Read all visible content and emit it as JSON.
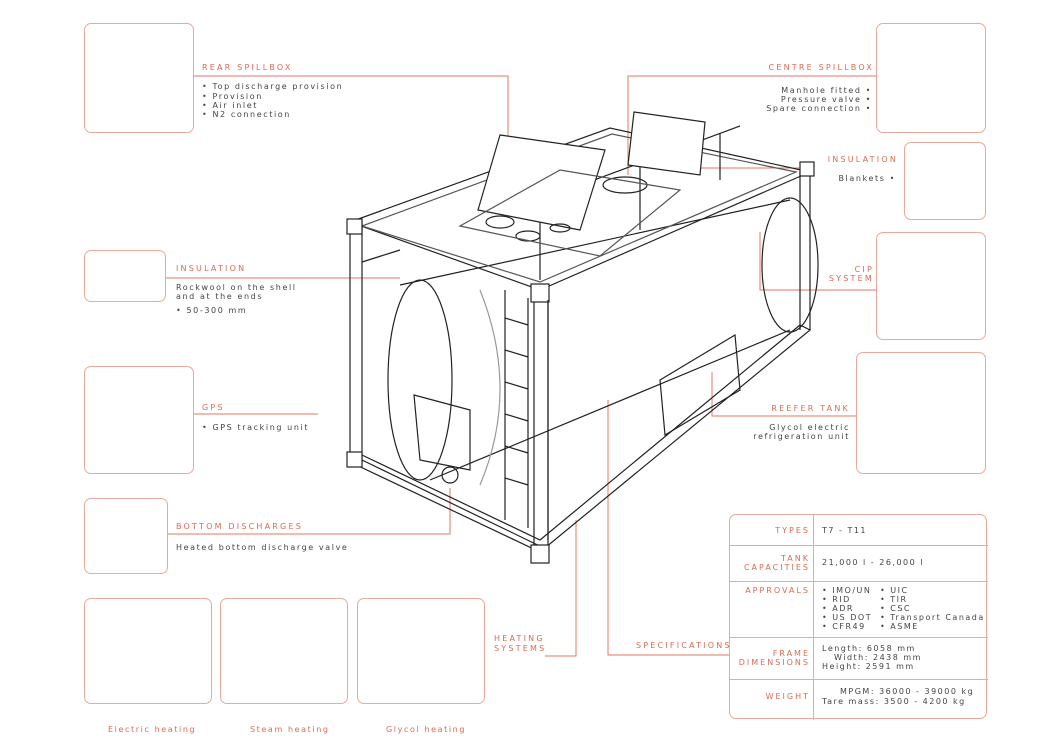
{
  "rear_spillbox": {
    "title": "REAR SPILLBOX",
    "items": [
      "• Top discharge provision",
      "• Provision",
      "• Air inlet",
      "• N2 connection"
    ]
  },
  "centre_spillbox": {
    "title": "CENTRE SPILLBOX",
    "items": [
      "Manhole fitted •",
      "Pressure valve •",
      "Spare connection •"
    ]
  },
  "insulation_right": {
    "title": "INSULATION",
    "items": [
      "Blankets •"
    ]
  },
  "insulation_left": {
    "title": "INSULATION",
    "line1": "Rockwool on the shell",
    "line2": "and at the ends",
    "line3": "• 50-300 mm"
  },
  "cip": {
    "line1": "CIP",
    "line2": "SYSTEM"
  },
  "gps": {
    "title": "GPS",
    "items": [
      "• GPS tracking unit"
    ]
  },
  "reefer": {
    "title": "REEFER TANK",
    "line1": "Glycol electric",
    "line2": "refrigeration unit"
  },
  "bottom": {
    "title": "BOTTOM DISCHARGES",
    "items": [
      "Heated bottom discharge valve"
    ]
  },
  "heating": {
    "line1": "HEATING",
    "line2": "SYSTEMS",
    "captions": [
      "Electric heating",
      "Steam heating",
      "Glycol heating"
    ]
  },
  "specifications_label": "SPECIFICATIONS",
  "specs": {
    "types": {
      "label": "TYPES",
      "value": "T7 - T11"
    },
    "capacities": {
      "label1": "TANK",
      "label2": "CAPACITIES",
      "value": "21,000 l - 26,000 l"
    },
    "approvals": {
      "label": "APPROVALS",
      "col1": [
        "• IMO/UN",
        "• RID",
        "• ADR",
        "• US DOT",
        "• CFR49"
      ],
      "col2": [
        "• UIC",
        "• TIR",
        "• CSC",
        "• Transport Canada",
        "• ASME"
      ]
    },
    "frame": {
      "label1": "FRAME",
      "label2": "DIMENSIONS",
      "v1": "Length: 6058  mm",
      "v2": "Width: 2438  mm",
      "v3": "Height: 2591  mm"
    },
    "weight": {
      "label": "WEIGHT",
      "v1": "MPGM: 36000 - 39000 kg",
      "v2": "Tare mass:   3500  -  4200 kg"
    }
  },
  "colors": {
    "accent": "#d96b55",
    "border": "#e9a99b",
    "ink": "#333333"
  }
}
